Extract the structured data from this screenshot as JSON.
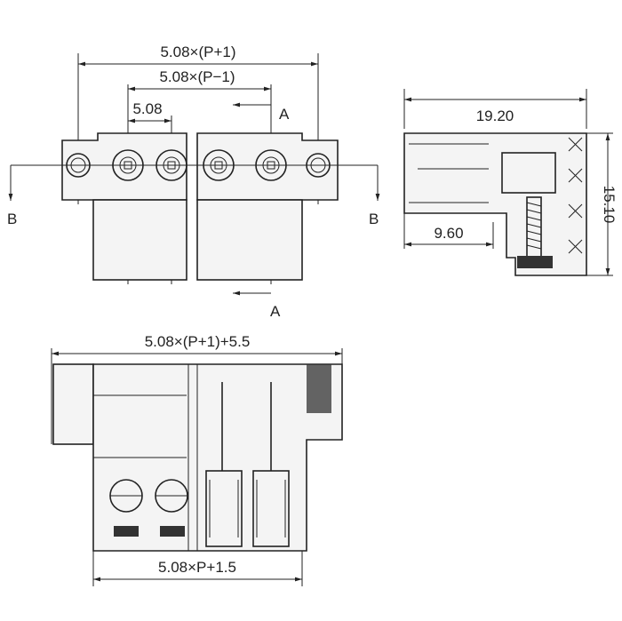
{
  "front_view": {
    "dim_overall": "5.08×(P+1)",
    "dim_inner": "5.08×(P−1)",
    "dim_pitch": "5.08",
    "section_a_top": "A",
    "section_a_bottom": "A",
    "section_b_left": "B",
    "section_b_right": "B"
  },
  "side_view": {
    "dim_width": "19.20",
    "dim_height": "15.10",
    "dim_depth": "9.60"
  },
  "bottom_view": {
    "dim_top": "5.08×(P+1)+5.5",
    "dim_bottom": "5.08×P+1.5"
  }
}
